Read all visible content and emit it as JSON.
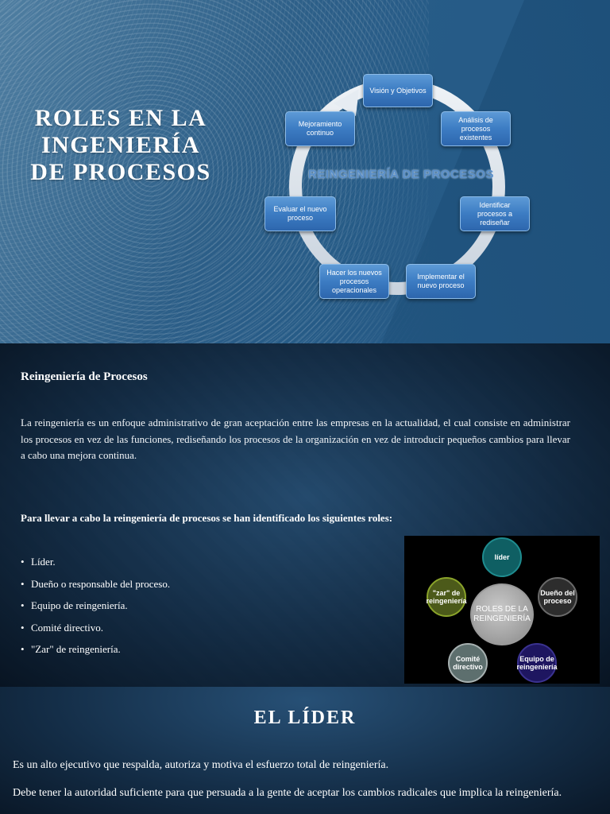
{
  "slide1": {
    "title": "ROLES EN LA INGENIERÍA DE PROCESOS",
    "cycle_center_label": "REINGENIERÍA DE PROCESOS",
    "cycle_steps": [
      "Visión y Objetivos",
      "Análisis de procesos existentes",
      "Identificar procesos a rediseñar",
      "Implementar el nuevo proceso",
      "Hacer los nuevos procesos operacionales",
      "Evaluar el nuevo proceso",
      "Mejoramiento continuo"
    ]
  },
  "slide2": {
    "heading": "Reingeniería de Procesos",
    "paragraph": "La reingeniería es un enfoque administrativo de gran aceptación entre las empresas en la actualidad, el cual consiste en administrar los procesos en vez de las funciones, rediseñando los procesos de la organización en vez de introducir pequeños cambios para llevar a cabo una mejora continua.",
    "intro": "Para llevar a cabo la reingeniería de procesos se han identificado los siguientes roles:",
    "bullet_glyph": "•",
    "roles": [
      "Líder.",
      "Dueño o responsable del proceso.",
      "Equipo de reingeniería.",
      "Comité directivo.",
      "\"Zar\" de reingeniería."
    ],
    "diagram": {
      "center": "ROLES DE LA REINGENIERÍA",
      "lider": "líder",
      "dueno": "Dueño del proceso",
      "equipo": "Equipo de reingeniería",
      "comite": "Comité directivo",
      "zar": "\"zar\" de reingeniería"
    }
  },
  "slide3": {
    "title": "EL LÍDER",
    "paragraph1": "Es un alto ejecutivo que respalda, autoriza y motiva el esfuerzo total de  reingeniería.",
    "paragraph2": "Debe tener la autoridad suficiente para que persuada a la gente de aceptar los  cambios radicales que implica la reingeniería."
  }
}
